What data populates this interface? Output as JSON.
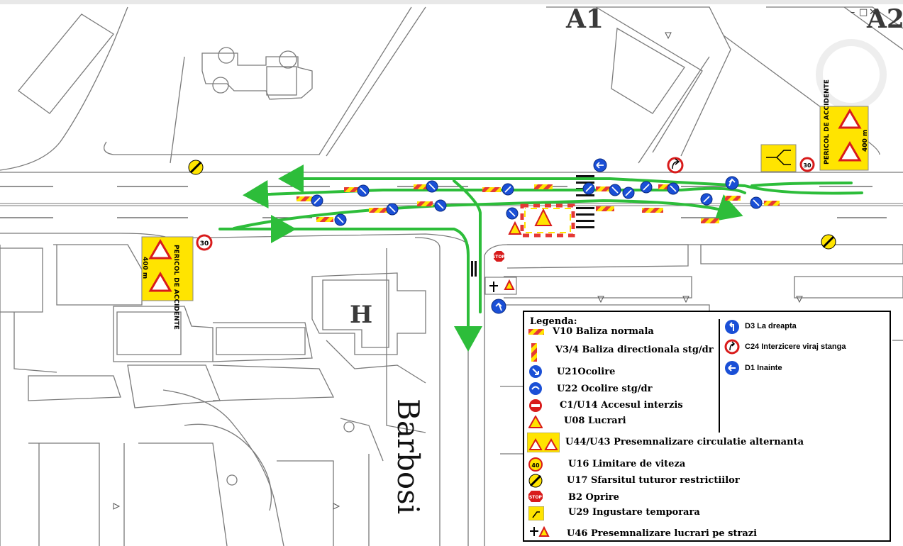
{
  "map": {
    "block_labels": {
      "a1": "A1",
      "a2": "A2",
      "h": "H"
    },
    "street_name": "Barbosi",
    "sign_texts": {
      "danger": "PERICOL DE ACCIDENTE",
      "distance": "400 m",
      "speed": "30",
      "stop": "STOP"
    }
  },
  "window": {
    "minimize": "–",
    "maximize": "□",
    "close": "✕"
  },
  "legend": {
    "title": "Legenda:",
    "items": [
      {
        "code": "V10 Baliza normala"
      },
      {
        "code": "V3/4 Baliza directionala stg/dr"
      },
      {
        "code": "U21Ocolire"
      },
      {
        "code": "U22 Ocolire stg/dr"
      },
      {
        "code": "C1/U14 Accesul interzis"
      },
      {
        "code": "U08 Lucrari"
      },
      {
        "code": "U44/U43  Presemnalizare circulatie alternanta"
      },
      {
        "code": "U16 Limitare de viteza"
      },
      {
        "code": "U17 Sfarsitul tuturor restrictiilor"
      },
      {
        "code": "B2 Oprire"
      },
      {
        "code": "U29 Ingustare temporara"
      },
      {
        "code": "U46 Presemnalizare lucrari pe strazi"
      }
    ],
    "right_items": [
      {
        "code": "D3 La dreapta"
      },
      {
        "code": "C24  Interzicere viraj stanga"
      },
      {
        "code": "D1 Inainte"
      }
    ],
    "symbol_texts": {
      "speed": "40",
      "stop": "STOP"
    }
  },
  "colors": {
    "route": "#2dbd3a",
    "sign_blue": "#1a4fd6",
    "sign_red": "#d81b1b",
    "sign_yellow": "#ffe400",
    "barrier_red": "#e53935",
    "line": "#7a7a7a"
  }
}
